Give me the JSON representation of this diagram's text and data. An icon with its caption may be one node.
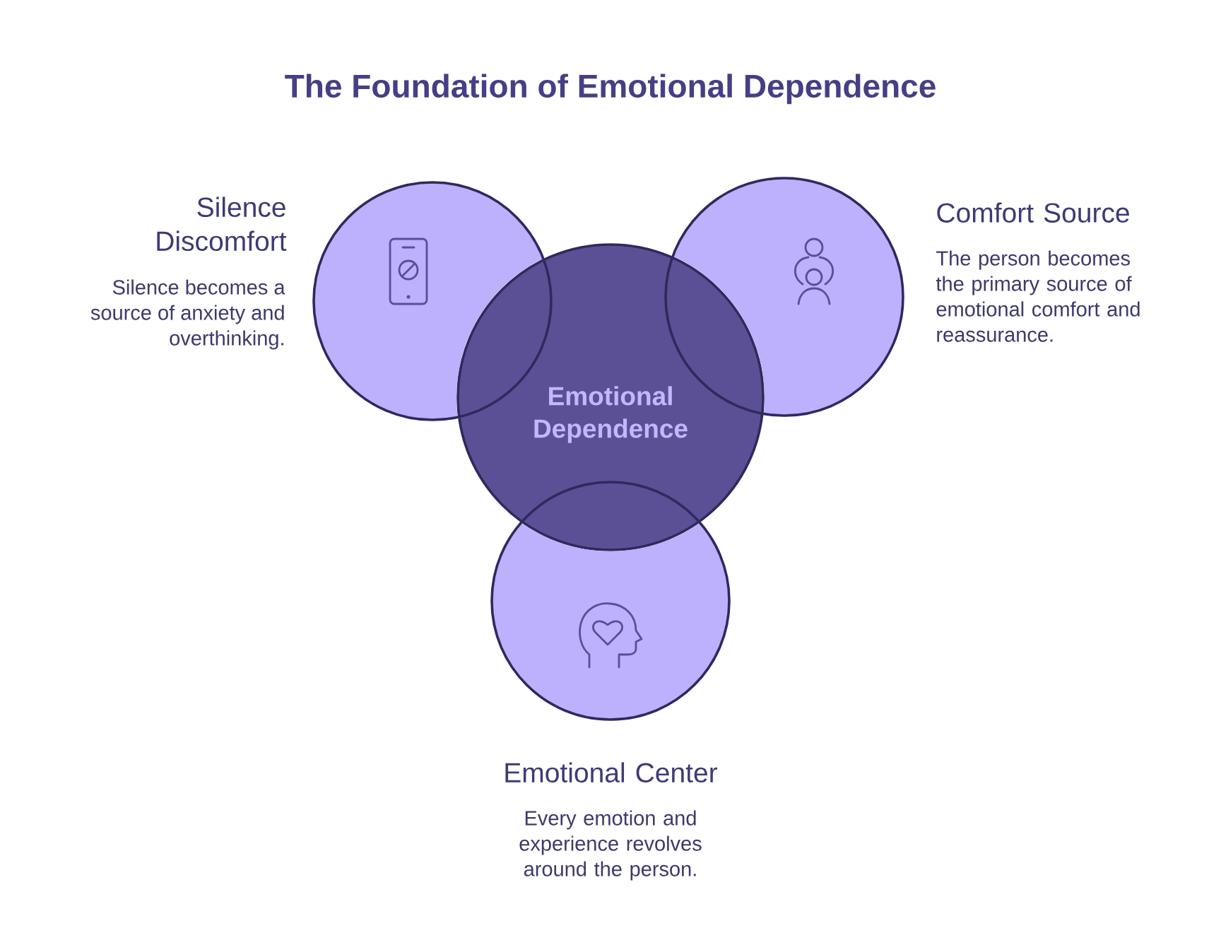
{
  "diagram": {
    "title": "The Foundation of Emotional Dependence",
    "nodes": [
      {
        "text": [],
        "shape": "circle",
        "beside": [
          "Silence Discomfort",
          "Silence becomes a source of anxiety and overthinking."
        ]
      },
      {
        "text": [],
        "shape": "circle",
        "beside": [
          "Comfort Source",
          "The person becomes the primary source of emotional comfort and reassurance."
        ]
      },
      {
        "text": [
          "Emotional Dependence"
        ]
      },
      {
        "text": [],
        "shape": "circle",
        "beside": [
          "Emotional Center",
          "Every emotion and experience revolves around the person."
        ]
      }
    ]
  }
}
